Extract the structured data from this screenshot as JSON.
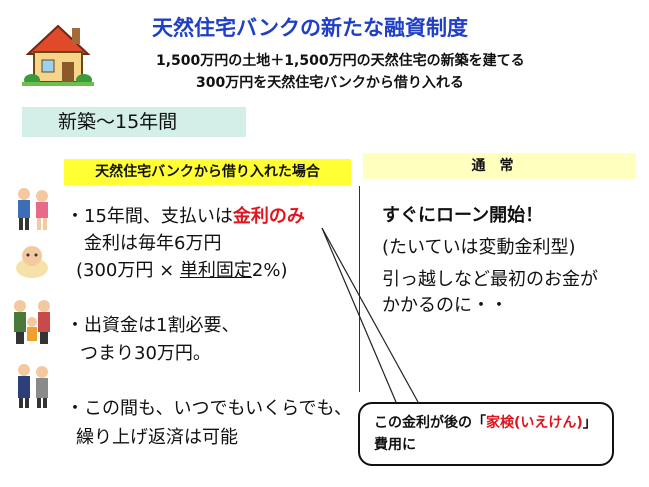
{
  "title": "天然住宅バンクの新たな融資制度",
  "subtitle1": "1,500万円の土地＋1,500万円の天然住宅の新築を建てる",
  "subtitle2": "300万円を天然住宅バンクから借り入れる",
  "period_label": "新築～15年間",
  "left_header": "天然住宅バンクから借り入れた場合",
  "right_header": "通常",
  "left": {
    "b1_prefix": "・15年間、支払いは",
    "b1_red": "金利のみ",
    "b1_line2": "金利は毎年6万円",
    "b1_line3_a": "(300万円 × ",
    "b1_line3_u": "単利固定",
    "b1_line3_b": "2%)",
    "b2_line1": "・出資金は1割必要、",
    "b2_line2": "つまり30万円。",
    "b3_line1": "・この間も、いつでもいくらでも、",
    "b3_line2": "繰り上げ返済は可能"
  },
  "right": {
    "line1": "すぐにローン開始！",
    "line2": "(たいていは変動金利型)",
    "line3": "引っ越しなど最初のお金が",
    "line4": "かかるのに・・"
  },
  "callout": {
    "text_a": "この金利が後の「",
    "text_red": "家検(いえけん)",
    "text_b": "」費用に"
  },
  "colors": {
    "title": "#1f3fc6",
    "accent_red": "#e0141c",
    "yellow": "#ffff33",
    "pale_yellow": "#ffffbe",
    "mint": "#d4efe8"
  }
}
